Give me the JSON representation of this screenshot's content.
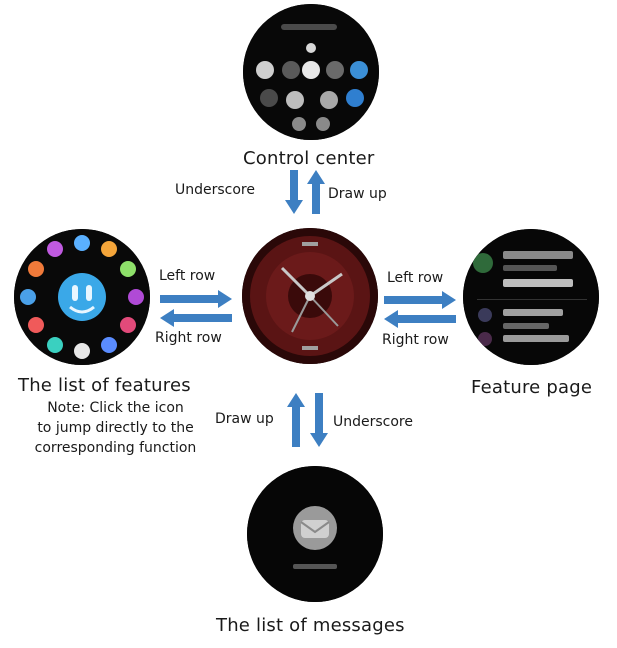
{
  "screens": {
    "control_center": {
      "title": "Control center"
    },
    "features_list": {
      "title": "The list of features",
      "note_lines": [
        "Note: Click the icon",
        "to jump directly to the",
        "corresponding function"
      ]
    },
    "feature_page": {
      "title": "Feature page"
    },
    "messages_list": {
      "title": "The list of messages"
    }
  },
  "gestures": {
    "top_down": "Underscore",
    "top_up": "Draw up",
    "left_right": "Left row",
    "left_left": "Right row",
    "right_right": "Left row",
    "right_left": "Right row",
    "bottom_up": "Draw up",
    "bottom_down": "Underscore"
  },
  "colors": {
    "arrow": "#3d7fc2",
    "watch_bg": "#050505",
    "watch_face_red": "#6b1a1a",
    "feature_icon_blue": "#3aa8e8"
  }
}
